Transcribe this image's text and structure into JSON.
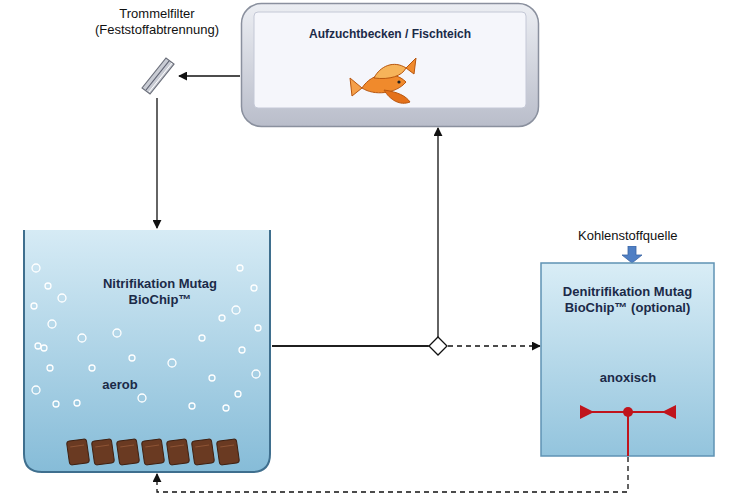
{
  "diagram": {
    "nodes": [
      {
        "text": [
          "Aufzuchtbecken / Fischteich"
        ]
      },
      {
        "text": [
          "Trommelfilter (Feststoffabtrennung)"
        ]
      },
      {
        "text": [
          "Nitrifikation Mutag BioChip™",
          "aerob"
        ]
      },
      {
        "text": [
          "Denitrifikation Mutag BioChip™ (optional)",
          "anoxisch"
        ]
      }
    ],
    "edges": [
      {
        "from": 0,
        "to": 1,
        "arrow": "to"
      },
      {
        "from": 1,
        "to": 2,
        "arrow": "to"
      },
      {
        "from": 2,
        "to": 0,
        "arrow": "to"
      },
      {
        "from": 2,
        "to": 3,
        "arrow": "to"
      },
      {
        "from": 3,
        "to": 2,
        "arrow": "to"
      }
    ],
    "labels": [
      "Kohlenstoffquelle"
    ]
  }
}
